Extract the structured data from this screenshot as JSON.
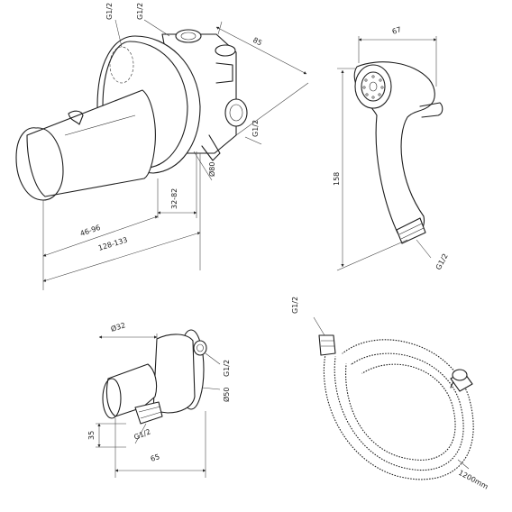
{
  "labels": {
    "valve_inlet_top_left": "G1/2",
    "valve_inlet_top_right": "G1/2",
    "valve_outlet_side": "G1/2",
    "valve_depth": "85",
    "valve_plate_diameter": "Ø80",
    "valve_trim_length": "32-82",
    "valve_handle_range": "46-96",
    "valve_overall_range": "128-133",
    "sprayer_width": "67",
    "sprayer_length": "158",
    "sprayer_thread": "G1/2",
    "elbow_head_diameter": "Ø32",
    "elbow_thread": "G1/2",
    "elbow_plate_diameter": "Ø50",
    "elbow_height": "35",
    "elbow_inlet_thread": "G1/2",
    "elbow_length": "65",
    "hose_thread": "G1/2",
    "hose_length": "1200mm"
  }
}
